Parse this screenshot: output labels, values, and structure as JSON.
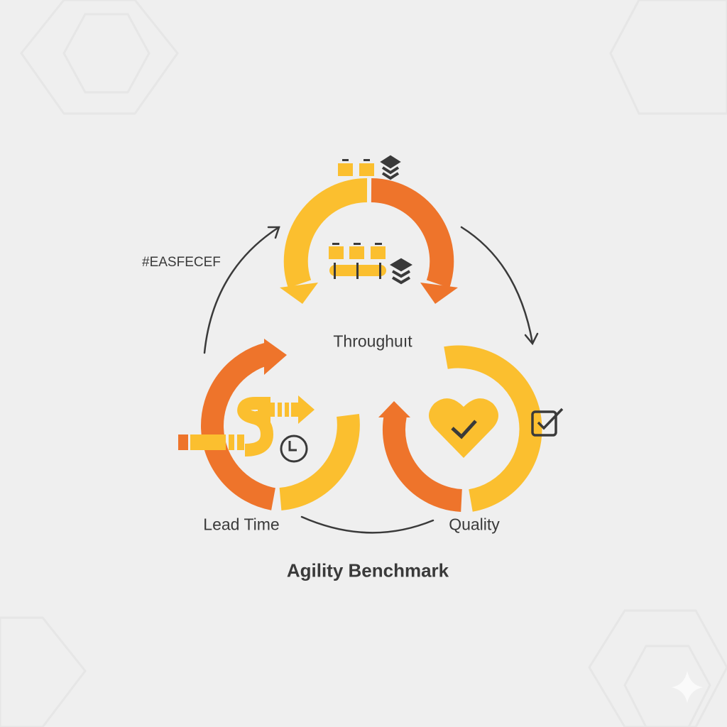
{
  "title": "Agility Benchmark",
  "annotation": "#EASFECEF",
  "nodes": [
    {
      "label": "Throughuıt",
      "icon": "conveyor-boxes-icon"
    },
    {
      "label": "Lead Time",
      "icon": "clock-icon"
    },
    {
      "label": "Quality",
      "icon": "heart-check-icon"
    }
  ],
  "colors": {
    "yellow": "#fbbf2f",
    "orange": "#ee742b",
    "ink": "#3a3a3a",
    "background": "#efefef"
  }
}
